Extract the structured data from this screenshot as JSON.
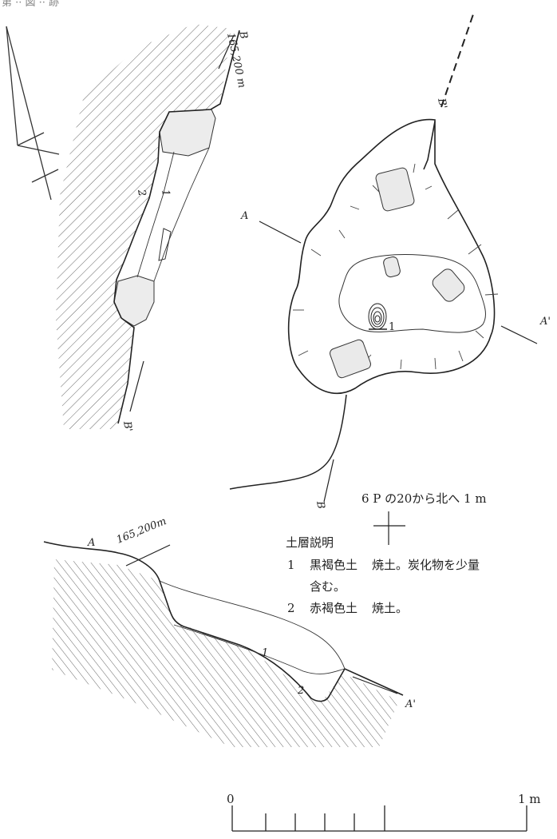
{
  "header_fragment": "第 ·· 図 ·· 跡",
  "section_b": {
    "label_top": "B",
    "elevation": "165,200 m",
    "label_bottom": "B'"
  },
  "plan": {
    "label_a": "A",
    "label_a_prime": "A'",
    "label_b_prime_top": "B'",
    "label_b_bottom": "B",
    "feature_number": "1"
  },
  "grid_note": "6 P の20から北へ 1 m",
  "section_a": {
    "label_a": "A",
    "elevation": "165,200m",
    "label_a_prime": "A'",
    "layer1": "1",
    "layer2": "2"
  },
  "legend": {
    "title": "土層説明",
    "items": [
      {
        "number": "1",
        "soil": "黒褐色土",
        "description": "焼土。炭化物を少量",
        "continuation": "含む。"
      },
      {
        "number": "2",
        "soil": "赤褐色土",
        "description": "焼土。",
        "continuation": ""
      }
    ]
  },
  "scale": {
    "start": "0",
    "end": "1 m"
  }
}
